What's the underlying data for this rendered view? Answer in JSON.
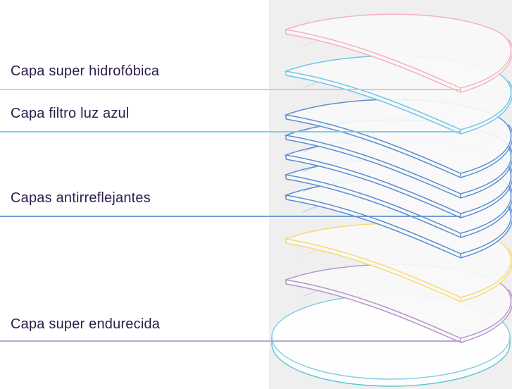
{
  "labels": {
    "hydrophobic": "Capa super hidrofóbica",
    "blue_filter": "Capa filtro luz azul",
    "antireflective": "Capas antirreflejantes",
    "hardened": "Capa super endurecida"
  },
  "colors": {
    "hydrophobic": "#f5b3bc",
    "blue_filter": "#72c6ea",
    "antireflective": "#5d8fcf",
    "yellow": "#f7d978",
    "hardened": "#b597cf",
    "base": "#5cc2dc",
    "text": "#2e1c4d",
    "panel": "#efefef"
  }
}
